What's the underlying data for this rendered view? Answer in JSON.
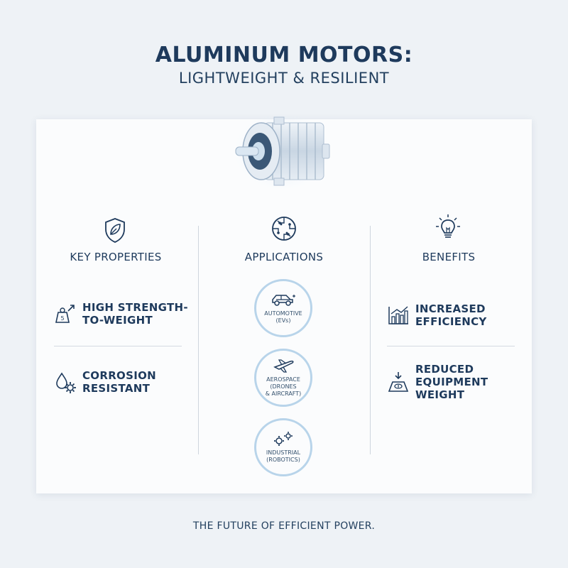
{
  "header": {
    "title": "ALUMINUM MOTORS:",
    "subtitle": "LIGHTWEIGHT & RESILIENT"
  },
  "columns": {
    "properties": {
      "heading": "KEY PROPERTIES",
      "icon": "shield-leaf-icon",
      "items": [
        {
          "label": "HIGH STRENGTH-TO-WEIGHT",
          "line1": "HIGH STRENGTH-",
          "line2": "TO-WEIGHT",
          "icon": "weight-arrow-icon"
        },
        {
          "label": "CORROSION RESISTANT",
          "line1": "CORROSION",
          "line2": "RESISTANT",
          "icon": "drop-gear-icon"
        }
      ]
    },
    "applications": {
      "heading": "APPLICATIONS",
      "icon": "circuit-icon",
      "items": [
        {
          "line1": "AUTOMOTIVE",
          "line2": "(EVs)",
          "icon": "car-icon"
        },
        {
          "line1": "AEROSPACE",
          "line2": "(DRONES",
          "line3": "& AIRCRAFT)",
          "icon": "plane-icon"
        },
        {
          "line1": "INDUSTRIAL",
          "line2": "(ROBOTICS)",
          "icon": "gears-icon"
        }
      ]
    },
    "benefits": {
      "heading": "BENEFITS",
      "icon": "lightbulb-icon",
      "items": [
        {
          "line1": "INCREASED",
          "line2": "EFFICIENCY",
          "icon": "bar-chart-icon"
        },
        {
          "line1": "REDUCED",
          "line2": "EQUIPMENT",
          "line3": "WEIGHT",
          "icon": "scale-weight-icon"
        }
      ]
    }
  },
  "footer": {
    "tagline": "THE FUTURE OF EFFICIENT POWER."
  },
  "colors": {
    "navy": "#1e3a5c",
    "accent_ring": "#b8d4ea",
    "background": "#eef2f6"
  }
}
